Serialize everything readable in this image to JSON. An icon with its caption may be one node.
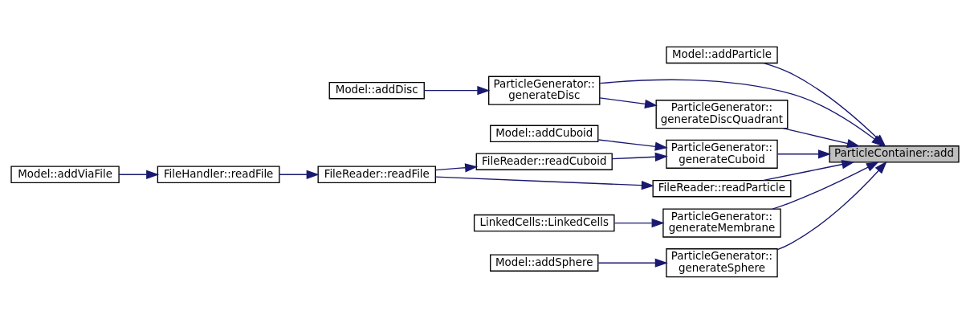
{
  "diagram": {
    "nodes": [
      {
        "text": [
          "ParticleContainer::add"
        ]
      },
      {
        "text": [
          "Model::addParticle"
        ]
      },
      {
        "text": [
          "ParticleGenerator:: generateDiscQuadrant"
        ]
      },
      {
        "text": [
          "ParticleGenerator:: generateDisc"
        ]
      },
      {
        "text": [
          "Model::addDisc"
        ]
      },
      {
        "text": [
          "FileReader::readParticle"
        ]
      },
      {
        "text": [
          "FileReader::readFile"
        ]
      },
      {
        "text": [
          "FileHandler::readFile"
        ]
      },
      {
        "text": [
          "Model::addViaFile"
        ]
      },
      {
        "text": [
          "Model::addCuboid"
        ]
      },
      {
        "text": [
          "ParticleGenerator:: generateCuboid"
        ]
      },
      {
        "text": [
          "FileReader::readCuboid"
        ]
      },
      {
        "text": [
          "LinkedCells::LinkedCells"
        ]
      },
      {
        "text": [
          "ParticleGenerator:: generateMembrane"
        ]
      },
      {
        "text": [
          "Model::addSphere"
        ]
      },
      {
        "text": [
          "ParticleGenerator:: generateSphere"
        ]
      }
    ],
    "edges": [
      {
        "from": 1,
        "to": 0,
        "arrow": "to"
      },
      {
        "from": 2,
        "to": 0,
        "arrow": "to"
      },
      {
        "from": 3,
        "to": 0,
        "arrow": "to"
      },
      {
        "from": 3,
        "to": 2,
        "arrow": "to"
      },
      {
        "from": 4,
        "to": 3,
        "arrow": "to"
      },
      {
        "from": 5,
        "to": 0,
        "arrow": "to"
      },
      {
        "from": 6,
        "to": 5,
        "arrow": "to"
      },
      {
        "from": 7,
        "to": 6,
        "arrow": "to"
      },
      {
        "from": 8,
        "to": 7,
        "arrow": "to"
      },
      {
        "from": 10,
        "to": 0,
        "arrow": "to"
      },
      {
        "from": 9,
        "to": 10,
        "arrow": "to"
      },
      {
        "from": 11,
        "to": 10,
        "arrow": "to"
      },
      {
        "from": 6,
        "to": 11,
        "arrow": "to"
      },
      {
        "from": 13,
        "to": 0,
        "arrow": "to"
      },
      {
        "from": 12,
        "to": 13,
        "arrow": "to"
      },
      {
        "from": 15,
        "to": 0,
        "arrow": "to"
      },
      {
        "from": 14,
        "to": 15,
        "arrow": "to"
      }
    ]
  }
}
